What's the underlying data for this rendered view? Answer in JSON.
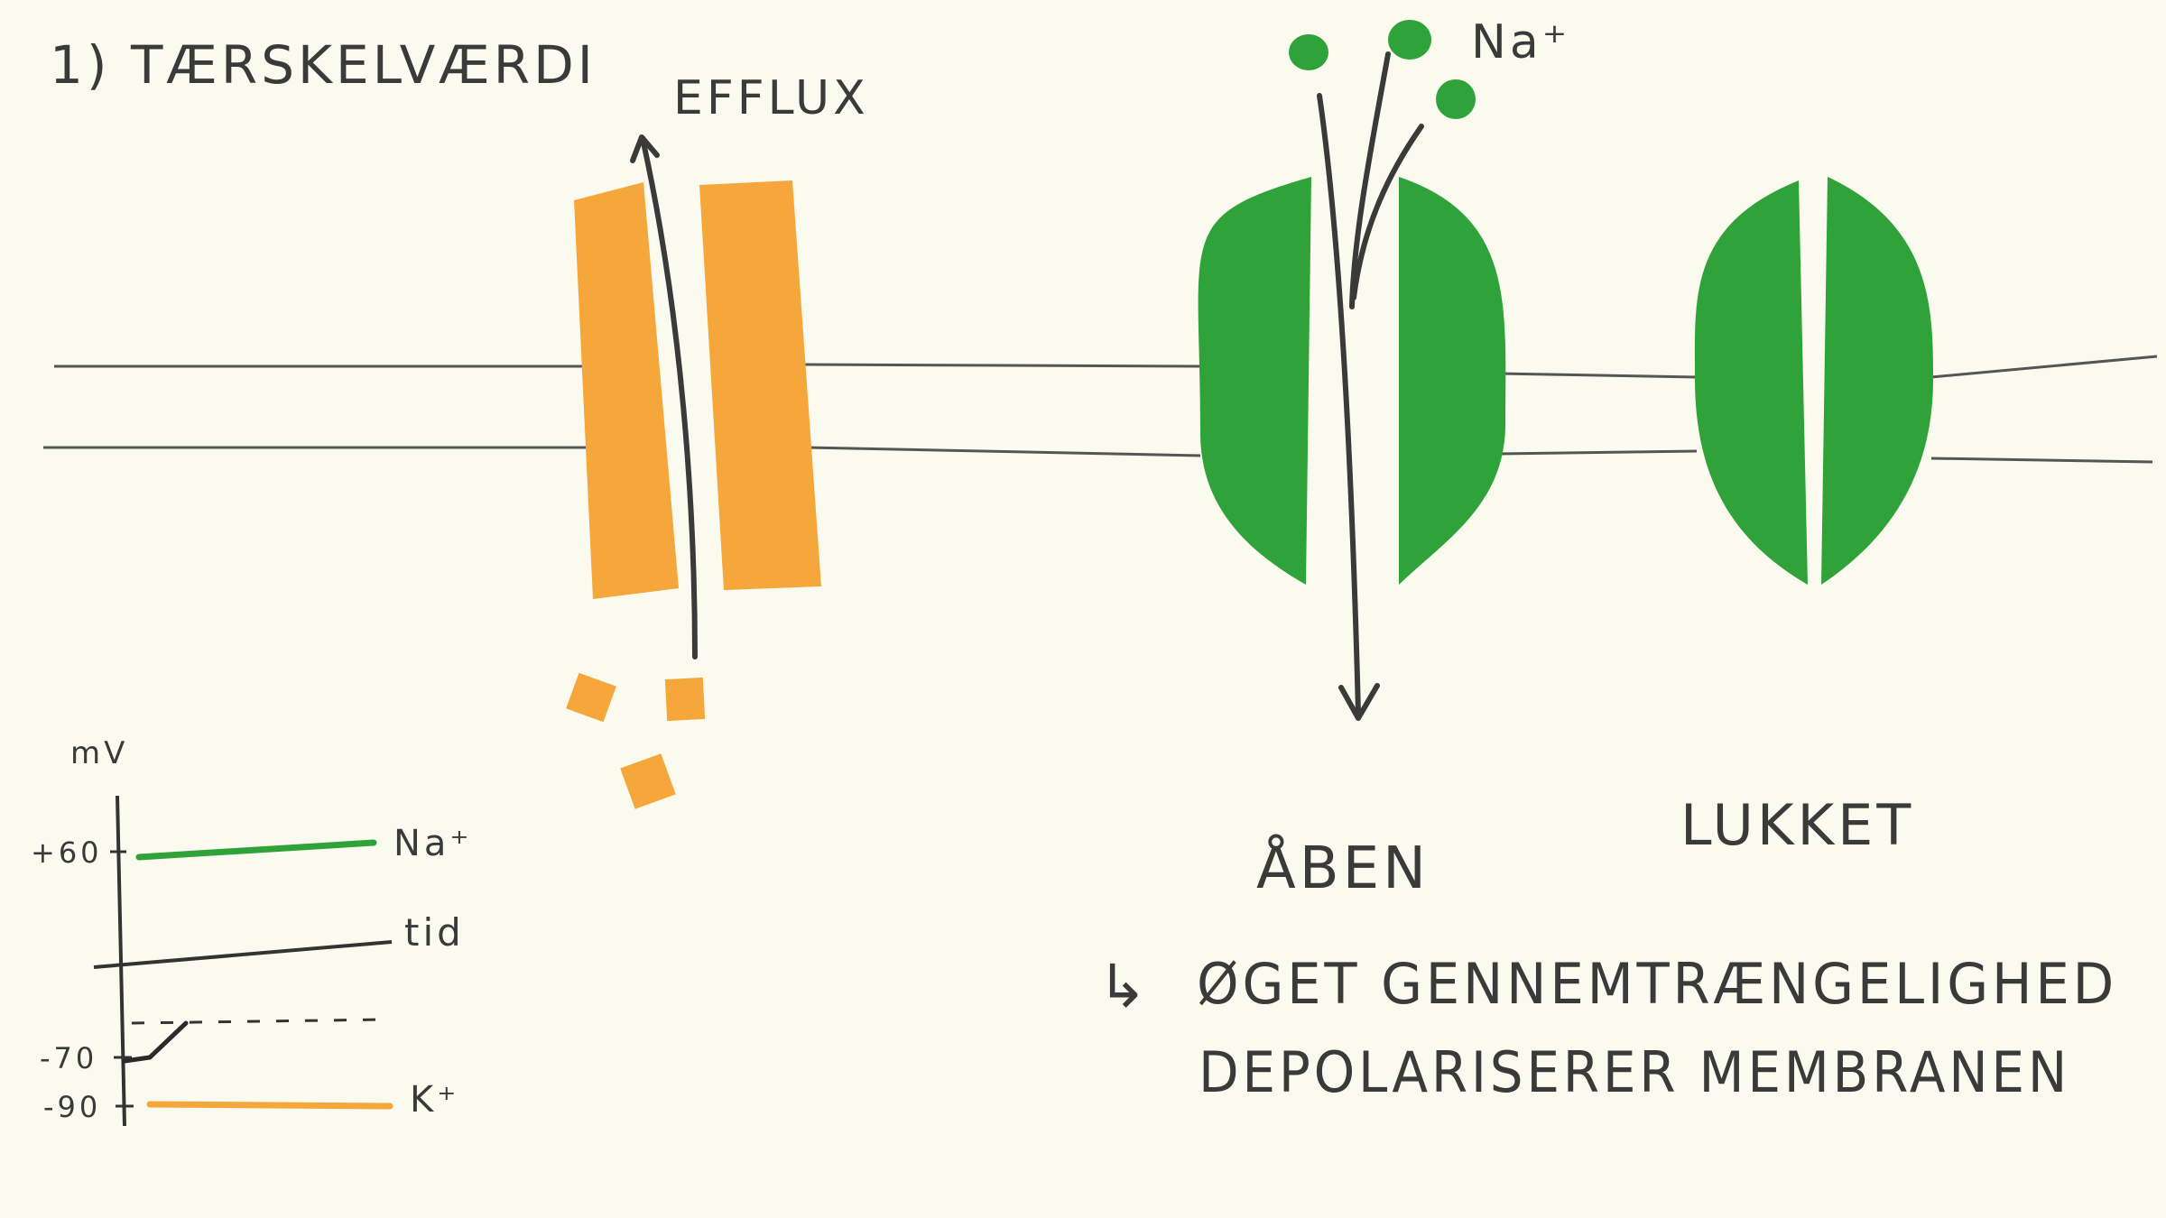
{
  "title": "1) TÆRSKELVÆRDI",
  "efflux_label": "EFFLUX",
  "sodium_ion_label": "Na⁺",
  "channel_open_label": "ÅBEN",
  "channel_closed_label": "LUKKET",
  "consequence": {
    "arrow": "↳",
    "line1": "ØGET GENNEMTRÆNGELIGHED",
    "line2": "DEPOLARISERER MEMBRANEN"
  },
  "graph": {
    "y_unit": "mV",
    "tick_plus60": "+60",
    "tick_minus70": "-70",
    "tick_minus90": "-90",
    "na_label": "Na⁺",
    "time_label": "tid",
    "k_label": "K⁺"
  },
  "colors": {
    "background": "#fbfaee",
    "potassium_channel": "#f5a73c",
    "sodium_channel": "#2fa33a",
    "ink": "#3a3a3a"
  }
}
